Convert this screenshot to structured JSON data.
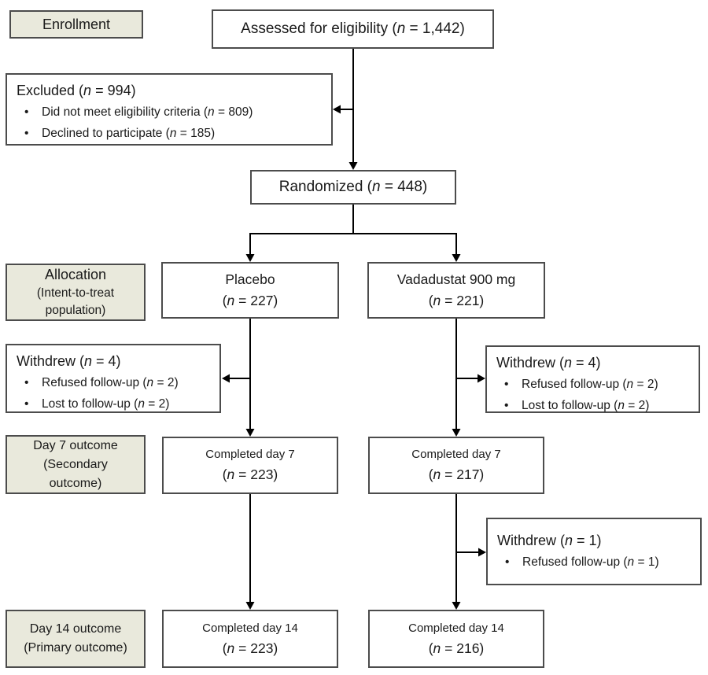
{
  "colors": {
    "label_bg": "#e9e9dc",
    "box_border": "#4c4c4c",
    "line": "#000000",
    "text": "#1a1a1a"
  },
  "stage_labels": {
    "enrollment": {
      "line1": "Enrollment"
    },
    "allocation": {
      "line1": "Allocation",
      "line2": "(Intent-to-treat",
      "line3": "population)"
    },
    "day7": {
      "line1": "Day 7 outcome",
      "line2": "(Secondary",
      "line3": "outcome)"
    },
    "day14": {
      "line1": "Day 14 outcome",
      "line2": "(Primary outcome)"
    }
  },
  "boxes": {
    "assessed": {
      "pre": "Assessed for eligibility (",
      "n": "n",
      "post": " = 1,442)"
    },
    "excluded": {
      "title_pre": "Excluded (",
      "n": "n",
      "title_post": " = 994)",
      "bullets": [
        {
          "marker": "•",
          "pre": "Did not meet eligibility criteria (",
          "n": "n",
          "post": " = 809)"
        },
        {
          "marker": "•",
          "pre": "Declined to participate (",
          "n": "n",
          "post": " = 185)"
        }
      ]
    },
    "randomized": {
      "pre": "Randomized (",
      "n": "n",
      "post": " = 448)"
    },
    "placebo": {
      "line1": "Placebo",
      "pre": "(",
      "n": "n",
      "post": " = 227)"
    },
    "vadadustat": {
      "line1": "Vadadustat 900 mg",
      "pre": "(",
      "n": "n",
      "post": " = 221)"
    },
    "withdrew_placebo": {
      "title_pre": "Withdrew (",
      "n": "n",
      "title_post": " = 4)",
      "bullets": [
        {
          "marker": "•",
          "pre": "Refused follow-up (",
          "n": "n",
          "post": " = 2)"
        },
        {
          "marker": "•",
          "pre": "Lost to follow-up (",
          "n": "n",
          "post": " = 2)"
        }
      ]
    },
    "withdrew_vadadustat": {
      "title_pre": "Withdrew (",
      "n": "n",
      "title_post": " = 4)",
      "bullets": [
        {
          "marker": "•",
          "pre": "Refused follow-up (",
          "n": "n",
          "post": " = 2)"
        },
        {
          "marker": "•",
          "pre": "Lost to follow-up (",
          "n": "n",
          "post": " = 2)"
        }
      ]
    },
    "completed7_placebo": {
      "line1": "Completed day 7",
      "pre": "(",
      "n": "n",
      "post": " = 223)"
    },
    "completed7_vadadustat": {
      "line1": "Completed day 7",
      "pre": "(",
      "n": "n",
      "post": " = 217)"
    },
    "withdrew_day7_vadadustat": {
      "title_pre": "Withdrew (",
      "n": "n",
      "title_post": " = 1)",
      "bullets": [
        {
          "marker": "•",
          "pre": "Refused follow-up (",
          "n": "n",
          "post": " = 1)"
        }
      ]
    },
    "completed14_placebo": {
      "line1": "Completed day 14",
      "pre": "(",
      "n": "n",
      "post": " = 223)"
    },
    "completed14_vadadustat": {
      "line1": "Completed day 14",
      "pre": "(",
      "n": "n",
      "post": " = 216)"
    }
  }
}
